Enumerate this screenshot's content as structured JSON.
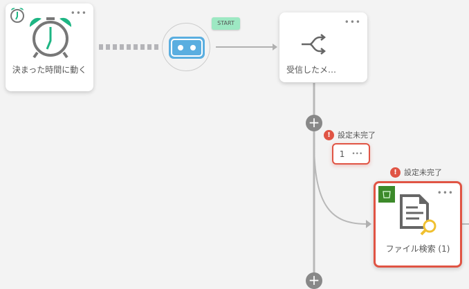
{
  "nodes": {
    "timer": {
      "label": "決まった時間に動く",
      "menu": "•••"
    },
    "start": {
      "badge": "START"
    },
    "branch": {
      "label": "受信したメ…",
      "menu": "•••"
    },
    "step1": {
      "number": "1",
      "menu": "•••",
      "warning": "設定未完了"
    },
    "file_search": {
      "label": "ファイル検索 (1)",
      "menu": "•••",
      "warning": "設定未完了"
    }
  },
  "colors": {
    "accent_error": "#e05444",
    "robot_blue": "#5aaee0",
    "clock_green": "#1db583",
    "start_green": "#9de8c3"
  }
}
